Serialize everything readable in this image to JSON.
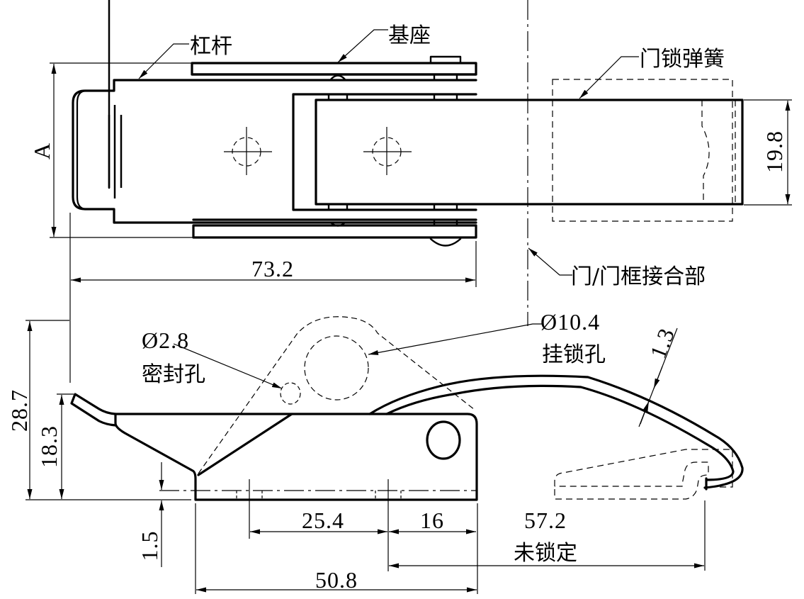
{
  "title": "Draw latch technical drawing",
  "labels": {
    "lever": "杠杆",
    "base": "基座",
    "door_spring": "门锁弹簧",
    "door_frame_joint": "门/门框接合部",
    "seal_hole_dia": "Ø2.8",
    "seal_hole": "密封孔",
    "padlock_hole_dia": "Ø10.4",
    "padlock_hole": "挂锁孔",
    "unlocked": "未锁定"
  },
  "dimensions": {
    "A": "A",
    "width_top": "73.2",
    "strike_height": "19.8",
    "overall_height": "28.7",
    "body_height": "18.3",
    "base_thickness": "1.5",
    "hole_spacing": "25.4",
    "hole_to_end": "16",
    "base_length": "50.8",
    "unlocked_length": "57.2",
    "wire_thickness": "1.3"
  }
}
